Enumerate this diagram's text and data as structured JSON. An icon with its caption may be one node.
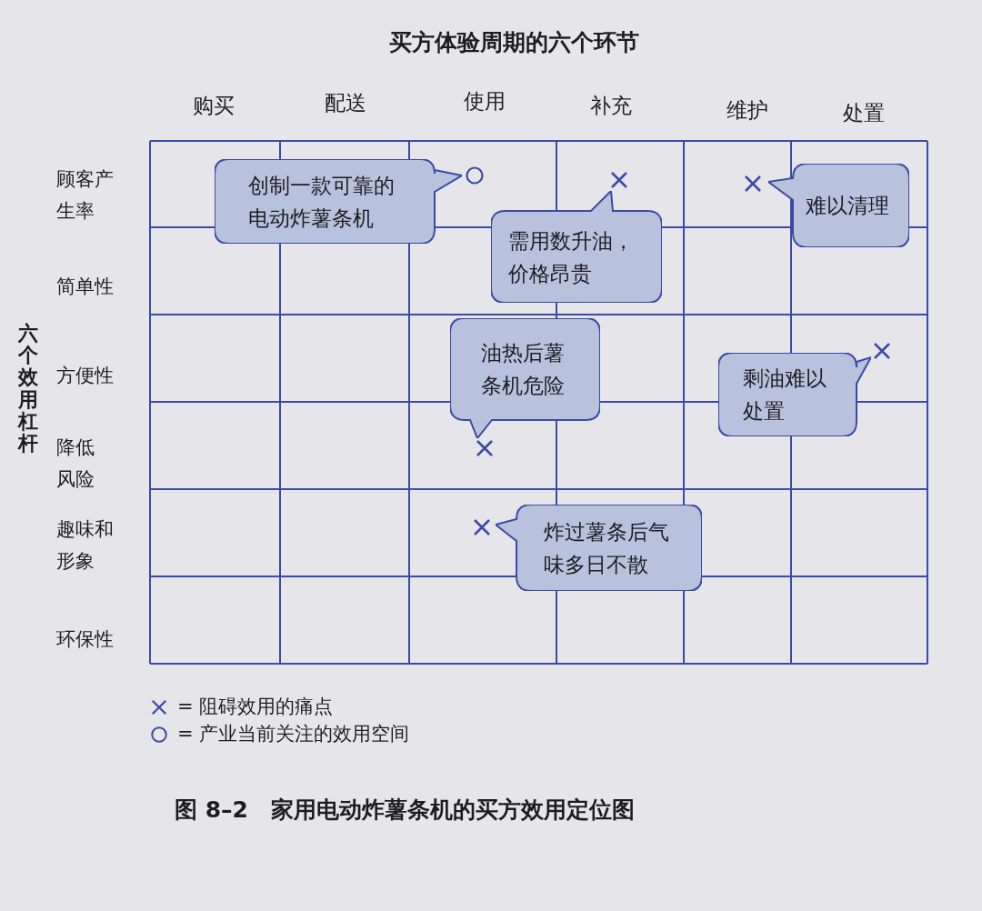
{
  "diagram": {
    "title": "买方体验周期的六个环节",
    "caption": "图 8–2　家用电动炸薯条机的买方效用定位图",
    "nodes": [
      {
        "text": [
          "创制一款可靠的电动炸薯条机"
        ]
      },
      {
        "text": [
          "需用数升油，价格昂贵"
        ]
      },
      {
        "text": [
          "难以清理"
        ]
      },
      {
        "text": [
          "油热后薯条机危险"
        ]
      },
      {
        "text": [
          "剩油难以处置"
        ]
      },
      {
        "text": [
          "炸过薯条后气味多日不散"
        ]
      },
      {
        "text": [],
        "shape": "circle"
      },
      {
        "text": [],
        "shape": "cross"
      },
      {
        "text": [],
        "shape": "cross"
      },
      {
        "text": [],
        "shape": "cross"
      },
      {
        "text": [],
        "shape": "cross"
      },
      {
        "text": [],
        "shape": "cross"
      }
    ],
    "edges": [],
    "labels": [
      "购买",
      "配送",
      "使用",
      "补充",
      "维护",
      "处置",
      "顾客产生率",
      "简单性",
      "方便性",
      "降低风险",
      "趣味和形象",
      "环保性",
      "六个效用杠杆"
    ],
    "legend": [
      {
        "text": "= 阻碍效用的痛点"
      },
      {
        "text": "= 产业当前关注的效用空间"
      }
    ]
  }
}
